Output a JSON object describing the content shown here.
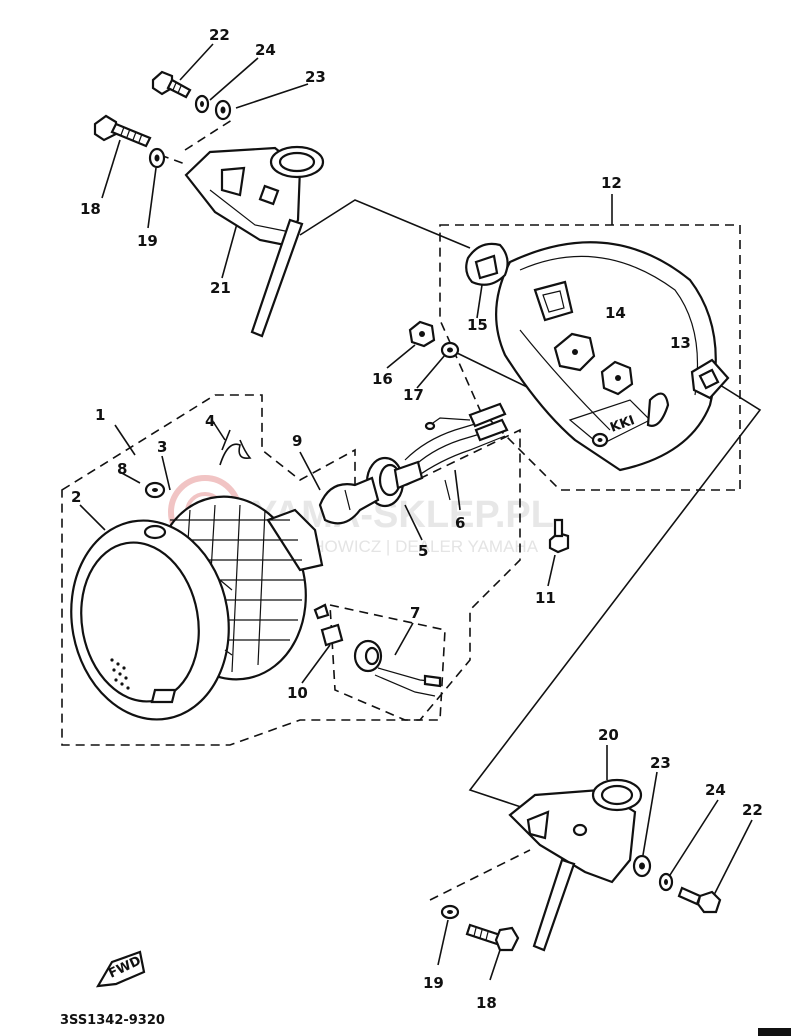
{
  "labels": {
    "l1": "1",
    "l2": "2",
    "l3": "3",
    "l4": "4",
    "l5": "5",
    "l6": "6",
    "l7": "7",
    "l8": "8",
    "l9": "9",
    "l10": "10",
    "l11": "11",
    "l12": "12",
    "l13": "13",
    "l14": "14",
    "l15": "15",
    "l16": "16",
    "l17": "17",
    "l18a": "18",
    "l18b": "18",
    "l19a": "19",
    "l19b": "19",
    "l20": "20",
    "l21": "21",
    "l22a": "22",
    "l22b": "22",
    "l23a": "23",
    "l23b": "23",
    "l24a": "24",
    "l24b": "24"
  },
  "drawing_code": "3SS1342-9320",
  "fwd_tag": "FWD",
  "watermark": {
    "line1": "YAMA-SKLEP.PL",
    "line2": "CHOWICZ | DEALER YAMAHA"
  },
  "colors": {
    "ink": "#111111",
    "watermark": "#e6e6e6",
    "logo": "#f1c4c4"
  }
}
